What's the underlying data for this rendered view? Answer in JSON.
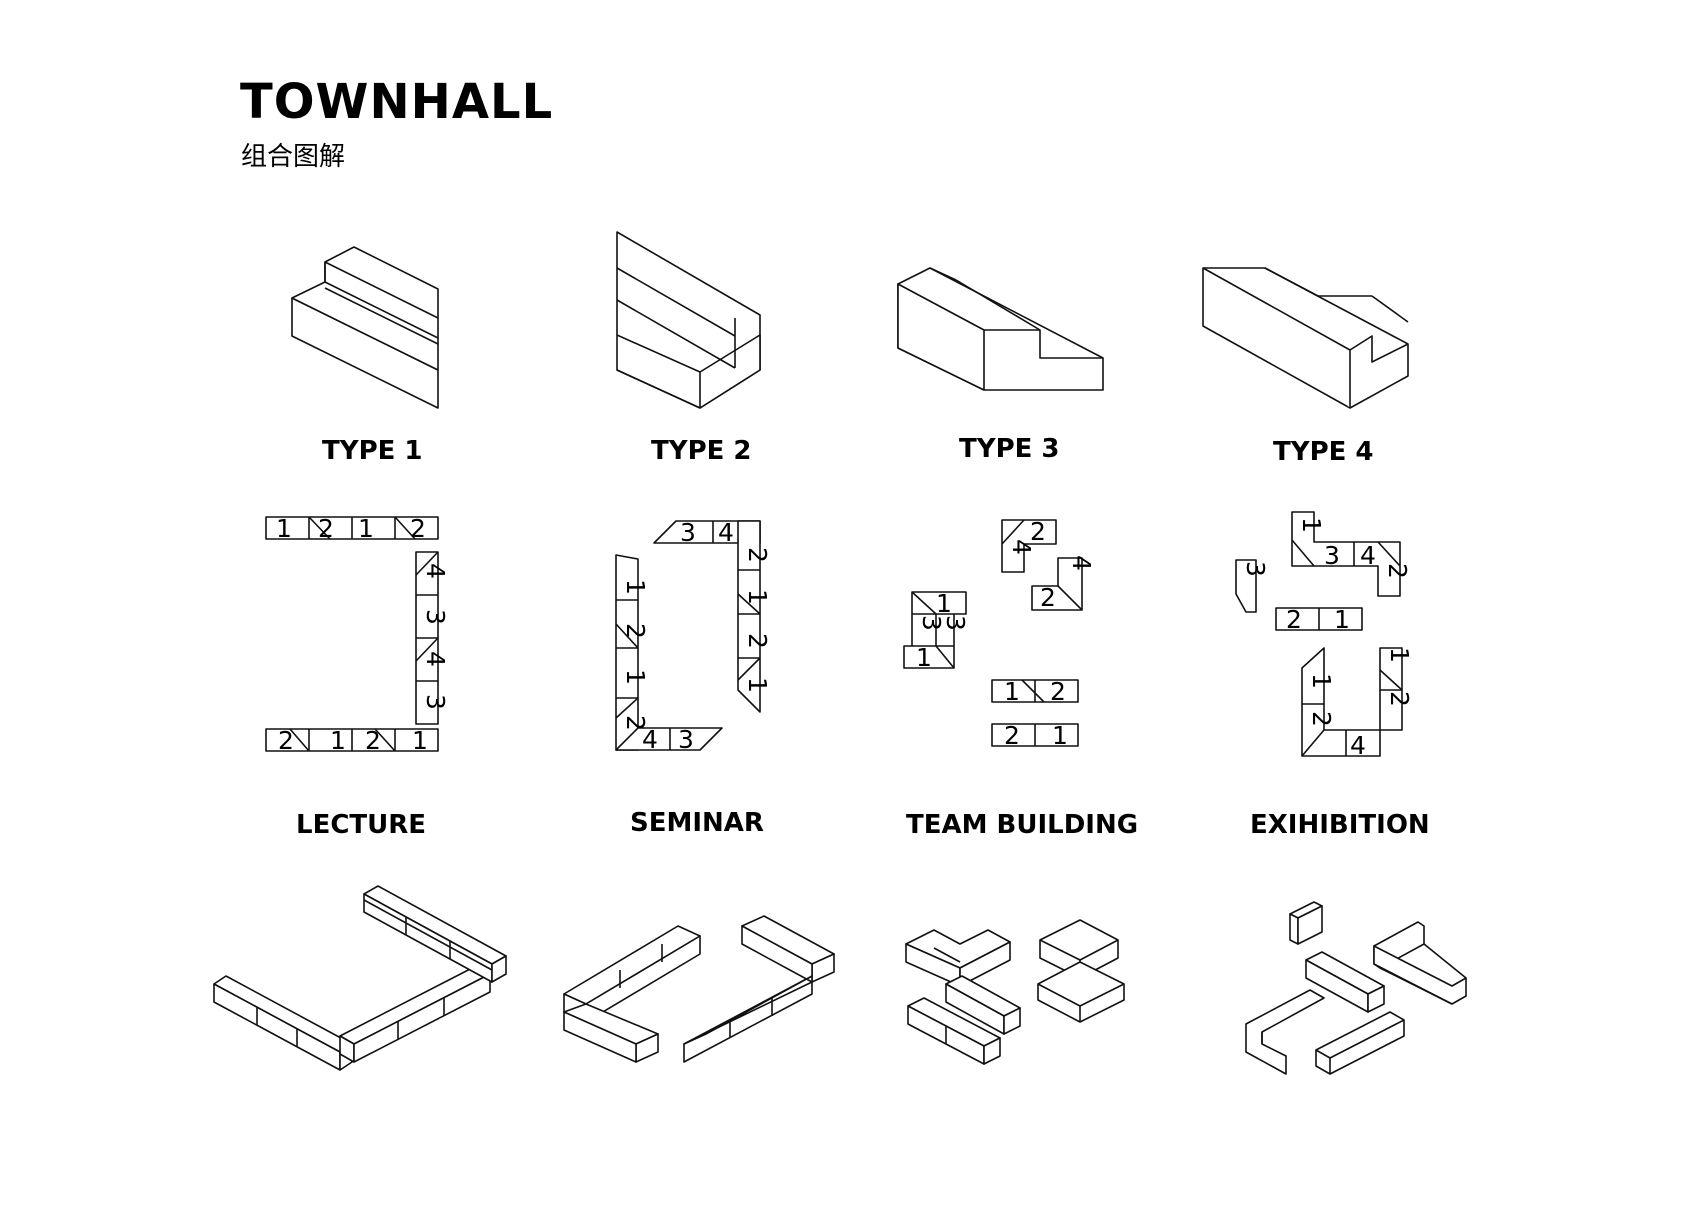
{
  "header": {
    "title": "TOWNHALL",
    "subtitle": "组合图解"
  },
  "types": [
    {
      "label": "TYPE 1"
    },
    {
      "label": "TYPE 2"
    },
    {
      "label": "TYPE 3"
    },
    {
      "label": "TYPE 4"
    }
  ],
  "layouts": [
    {
      "label": "LECTURE"
    },
    {
      "label": "SEMINAR"
    },
    {
      "label": "TEAM BUILDING"
    },
    {
      "label": "EXIHIBITION"
    }
  ],
  "plan_numbers": {
    "lecture_top": [
      "1",
      "2",
      "1",
      "2"
    ],
    "lecture_right": [
      "4",
      "3",
      "4",
      "3"
    ],
    "lecture_bottom": [
      "2",
      "1",
      "2",
      "1"
    ],
    "seminar_top": [
      "3",
      "4"
    ],
    "seminar_left": [
      "1",
      "2",
      "1",
      "2"
    ],
    "seminar_right": [
      "2",
      "1",
      "2",
      "1"
    ],
    "seminar_bottom": [
      "4",
      "3"
    ],
    "team_a": [
      "2",
      "4"
    ],
    "team_b": [
      "4",
      "2"
    ],
    "team_c": [
      "1",
      "3",
      "3",
      "1"
    ],
    "team_d": [
      "1",
      "2"
    ],
    "team_e": [
      "2",
      "1"
    ],
    "exh_a": [
      "1",
      "3",
      "4",
      "2"
    ],
    "exh_b": [
      "3"
    ],
    "exh_c": [
      "2",
      "1"
    ],
    "exh_d": [
      "1",
      "2",
      "4"
    ],
    "exh_e": [
      "1",
      "2"
    ]
  }
}
